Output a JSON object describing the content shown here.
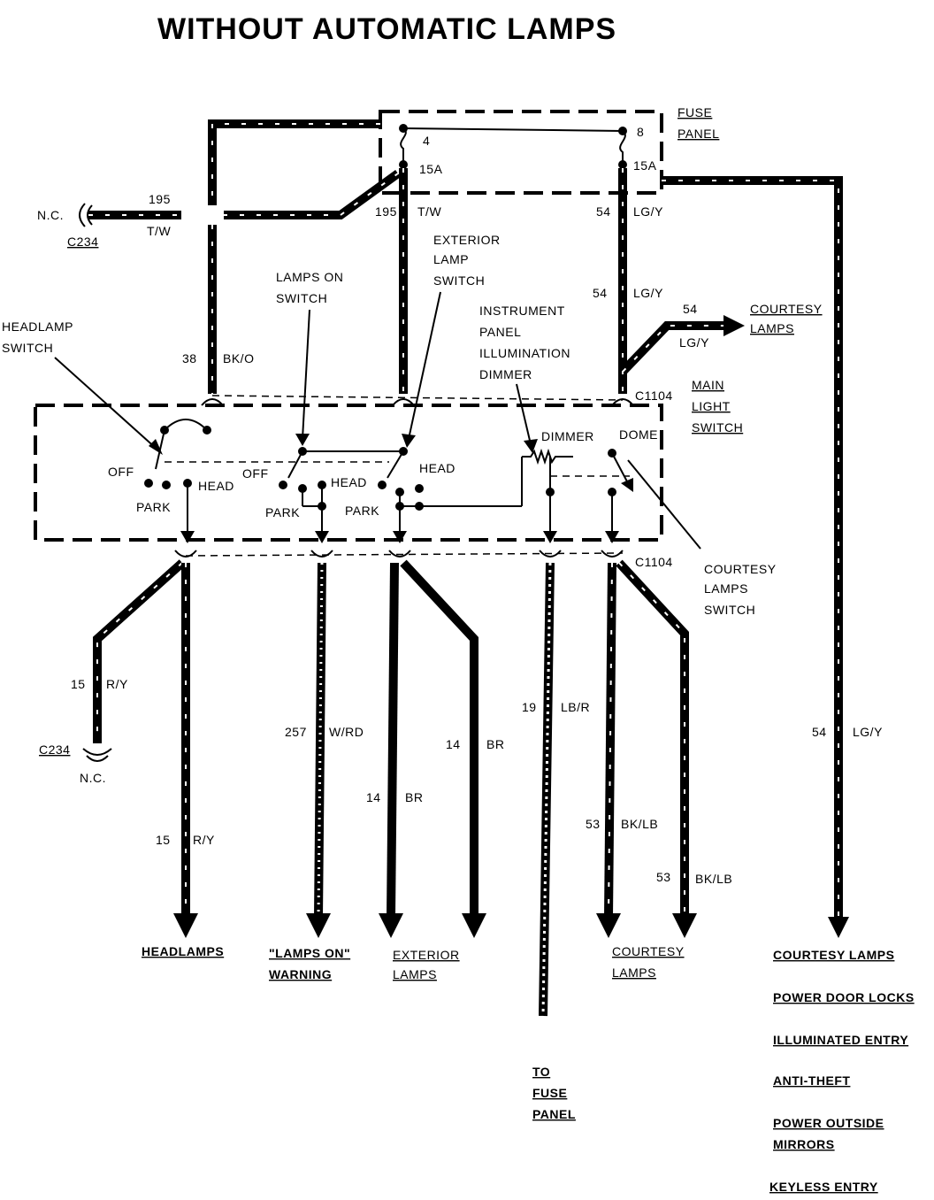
{
  "title": "WITHOUT AUTOMATIC LAMPS",
  "fuse_panel": {
    "label_line1": "FUSE",
    "label_line2": "PANEL",
    "fuse_left_number": "4",
    "fuse_left_rating": "15A",
    "fuse_right_number": "8",
    "fuse_right_rating": "15A"
  },
  "connectors": {
    "c234_top": "C234",
    "c234_bottom": "C234",
    "nc_top": "N.C.",
    "nc_bottom": "N.C.",
    "c1104_top": "C1104",
    "c1104_bottom": "C1104"
  },
  "wires": {
    "w195_left_num": "195",
    "w195_left_color": "T/W",
    "w195_right_num": "195",
    "w195_right_color": "T/W",
    "w54_top_num": "54",
    "w54_top_color": "LG/Y",
    "w54_mid_num": "54",
    "w54_mid_color": "LG/Y",
    "w54_branch_num": "54",
    "w54_branch_color": "LG/Y",
    "w38_num": "38",
    "w38_color": "BK/O",
    "w15_left_num": "15",
    "w15_left_color": "R/Y",
    "w15_main_num": "15",
    "w15_main_color": "R/Y",
    "w257_num": "257",
    "w257_color": "W/RD",
    "w14a_num": "14",
    "w14a_color": "BR",
    "w14b_num": "14",
    "w14b_color": "BR",
    "w19_num": "19",
    "w19_color": "LB/R",
    "w53a_num": "53",
    "w53a_color": "BK/LB",
    "w53b_num": "53",
    "w53b_color": "BK/LB",
    "w54_right_num": "54",
    "w54_right_color": "LG/Y"
  },
  "callouts": {
    "headlamp_switch_1": "HEADLAMP",
    "headlamp_switch_2": "SWITCH",
    "lamps_on_switch_1": "LAMPS ON",
    "lamps_on_switch_2": "SWITCH",
    "exterior_lamp_switch_1": "EXTERIOR",
    "exterior_lamp_switch_2": "LAMP",
    "exterior_lamp_switch_3": "SWITCH",
    "ip_dimmer_1": "INSTRUMENT",
    "ip_dimmer_2": "PANEL",
    "ip_dimmer_3": "ILLUMINATION",
    "ip_dimmer_4": "DIMMER",
    "main_light_switch_1": "MAIN",
    "main_light_switch_2": "LIGHT",
    "main_light_switch_3": "SWITCH",
    "courtesy_switch_1": "COURTESY",
    "courtesy_switch_2": "LAMPS",
    "courtesy_switch_3": "SWITCH",
    "courtesy_lamps_top_1": "COURTESY",
    "courtesy_lamps_top_2": "LAMPS"
  },
  "switch_labels": {
    "off_1": "OFF",
    "park_1": "PARK",
    "head_1": "HEAD",
    "off_2": "OFF",
    "park_2": "PARK",
    "head_2": "HEAD",
    "park_3": "PARK",
    "head_3": "HEAD",
    "dimmer": "DIMMER",
    "dome": "DOME"
  },
  "destinations": {
    "headlamps": "HEADLAMPS",
    "lamps_on_warning_1": "\"LAMPS ON\"",
    "lamps_on_warning_2": "WARNING",
    "exterior_lamps_1": "EXTERIOR",
    "exterior_lamps_2": "LAMPS",
    "courtesy_lamps_1": "COURTESY",
    "courtesy_lamps_2": "LAMPS",
    "to_fuse_panel_1": "TO",
    "to_fuse_panel_2": "FUSE",
    "to_fuse_panel_3": "PANEL",
    "right_list": [
      "COURTESY LAMPS",
      "POWER DOOR LOCKS",
      "ILLUMINATED ENTRY",
      "ANTI-THEFT",
      "POWER OUTSIDE",
      "MIRRORS",
      "KEYLESS ENTRY"
    ]
  }
}
